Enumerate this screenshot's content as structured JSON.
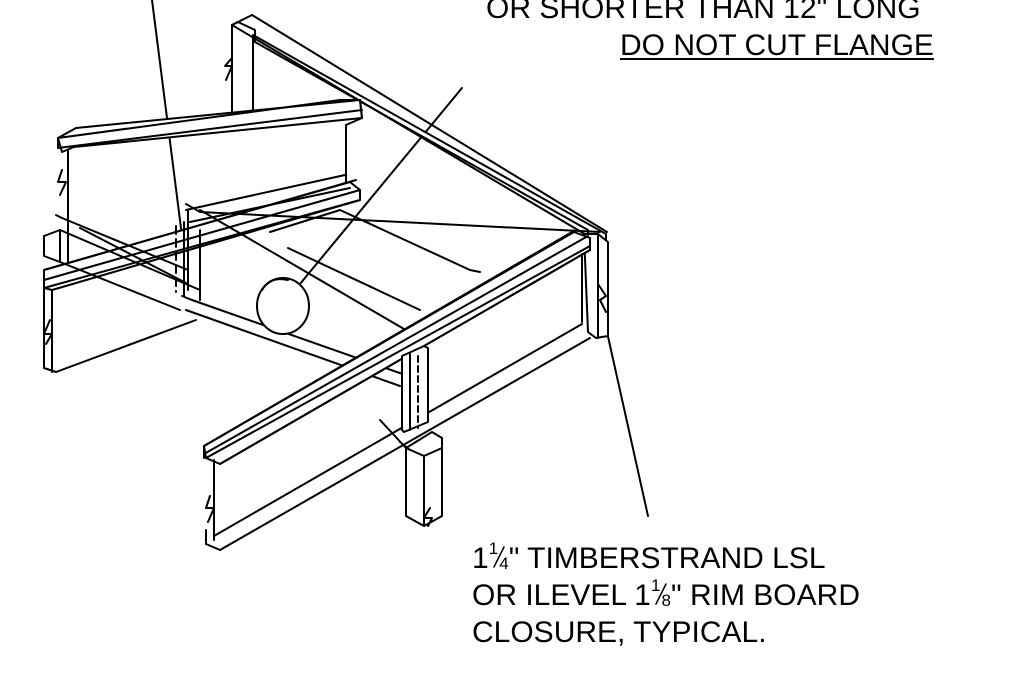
{
  "notes": {
    "top_line1": "OR SHORTER THAN 12\" LONG",
    "top_line2": "DO NOT CUT FLANGE",
    "bottom": {
      "line1_prefix": "1",
      "line1_num": "1",
      "line1_den": "4",
      "line1_rest": "\" TIMBERSTRAND LSL",
      "line2_prefix": "OR ILEVEL 1",
      "line2_num": "1",
      "line2_den": "8",
      "line2_rest": "\" RIM BOARD",
      "line3": "CLOSURE, TYPICAL."
    }
  }
}
